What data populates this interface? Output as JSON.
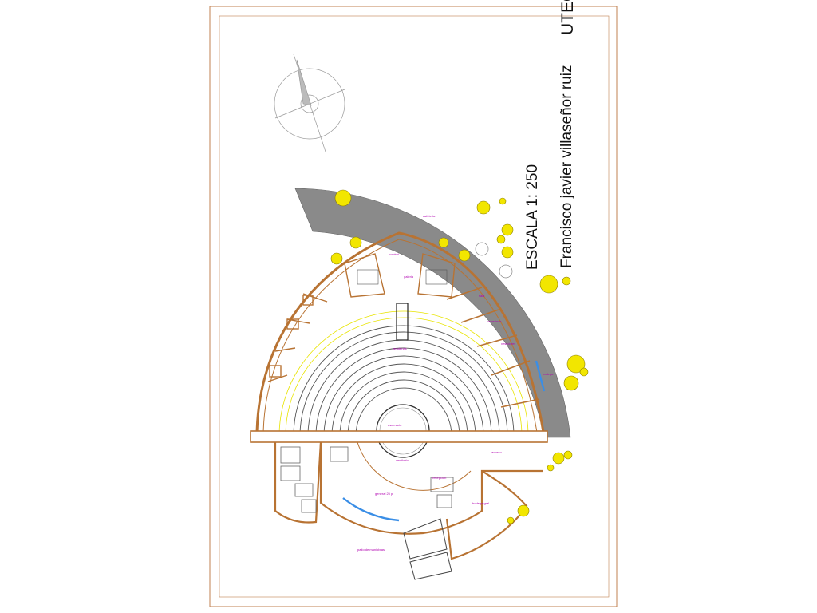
{
  "title_block": {
    "institution": "UTEG",
    "author": "Francisco javier villaseñor ruiz",
    "scale": "ESCALA 1: 250"
  },
  "room_labels": [
    {
      "id": "control",
      "text": "control"
    },
    {
      "id": "galeria",
      "text": "galeria"
    },
    {
      "id": "sala",
      "text": "sala"
    },
    {
      "id": "camerinos",
      "text": "camerinos"
    },
    {
      "id": "vestidores",
      "text": "vestidores"
    },
    {
      "id": "bodega",
      "text": "bodega"
    },
    {
      "id": "graderia",
      "text": "graderias"
    },
    {
      "id": "escenario",
      "text": "escenario"
    },
    {
      "id": "vestibulo",
      "text": "vestibulo"
    },
    {
      "id": "recepcion",
      "text": "recepcion"
    },
    {
      "id": "general",
      "text": "general 25 p"
    },
    {
      "id": "bodega-gral",
      "text": "bodega gral"
    },
    {
      "id": "patio",
      "text": "patio de maniobras"
    },
    {
      "id": "cafeteria",
      "text": "cafeteria"
    },
    {
      "id": "acceso",
      "text": "acceso"
    }
  ],
  "colors": {
    "wall": "#b87333",
    "paving": "#8a8a8a",
    "tree": "#f2e600",
    "seating": "#555555",
    "label": "#b000b0",
    "glass": "#3a8ee6",
    "frame": "#c08050"
  },
  "icons": [
    "north-arrow-icon",
    "tree-icon"
  ]
}
